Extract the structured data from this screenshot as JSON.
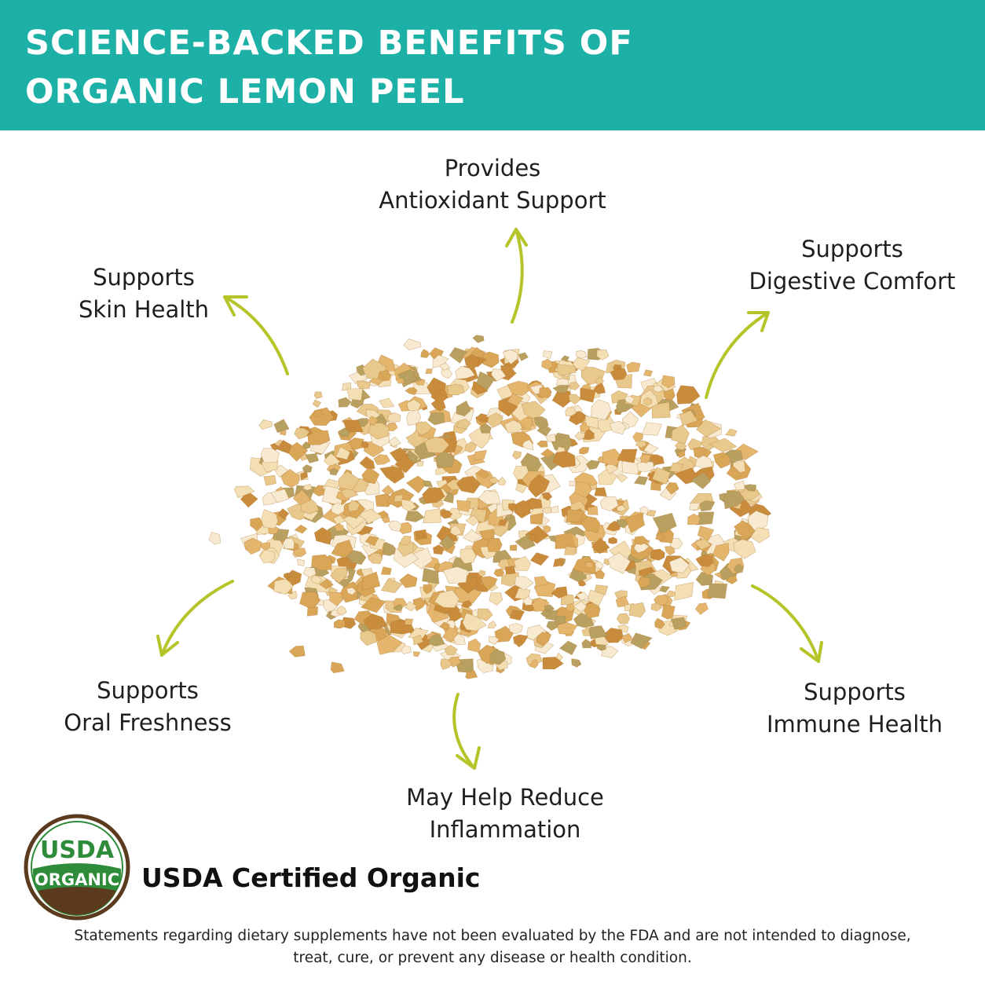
{
  "header": {
    "title_line1": "SCIENCE-BACKED BENEFITS OF",
    "title_line2": "ORGANIC LEMON PEEL"
  },
  "benefits": {
    "antioxidant": {
      "line1": "Provides",
      "line2": "Antioxidant Support"
    },
    "digestive": {
      "line1": "Supports",
      "line2": "Digestive Comfort"
    },
    "skin": {
      "line1": "Supports",
      "line2": "Skin Health"
    },
    "oral": {
      "line1": "Supports",
      "line2": "Oral Freshness"
    },
    "immune": {
      "line1": "Supports",
      "line2": "Immune Health"
    },
    "inflammation": {
      "line1": "May Help Reduce",
      "line2": "Inflammation"
    }
  },
  "certification": {
    "badge_top": "USDA",
    "badge_bottom": "ORGANIC",
    "label": "USDA Certified Organic"
  },
  "disclaimer": {
    "line1": "Statements regarding dietary supplements have not been evaluated by the FDA and are not intended to diagnose,",
    "line2": "treat, cure, or prevent any disease or health condition."
  },
  "product_image": {
    "name": "dried-lemon-peel-pile"
  },
  "icons": {
    "arrow": "curved-arrow-icon",
    "badge": "usda-organic-seal-icon"
  },
  "colors": {
    "header_bg": "#1cb0a6",
    "arrow": "#b5c428",
    "badge_green": "#2e8b3a",
    "badge_brown": "#5b3a1e",
    "peel_light": "#f3dfb3",
    "peel_mid": "#e4b56d",
    "peel_dark": "#c98b3c"
  }
}
